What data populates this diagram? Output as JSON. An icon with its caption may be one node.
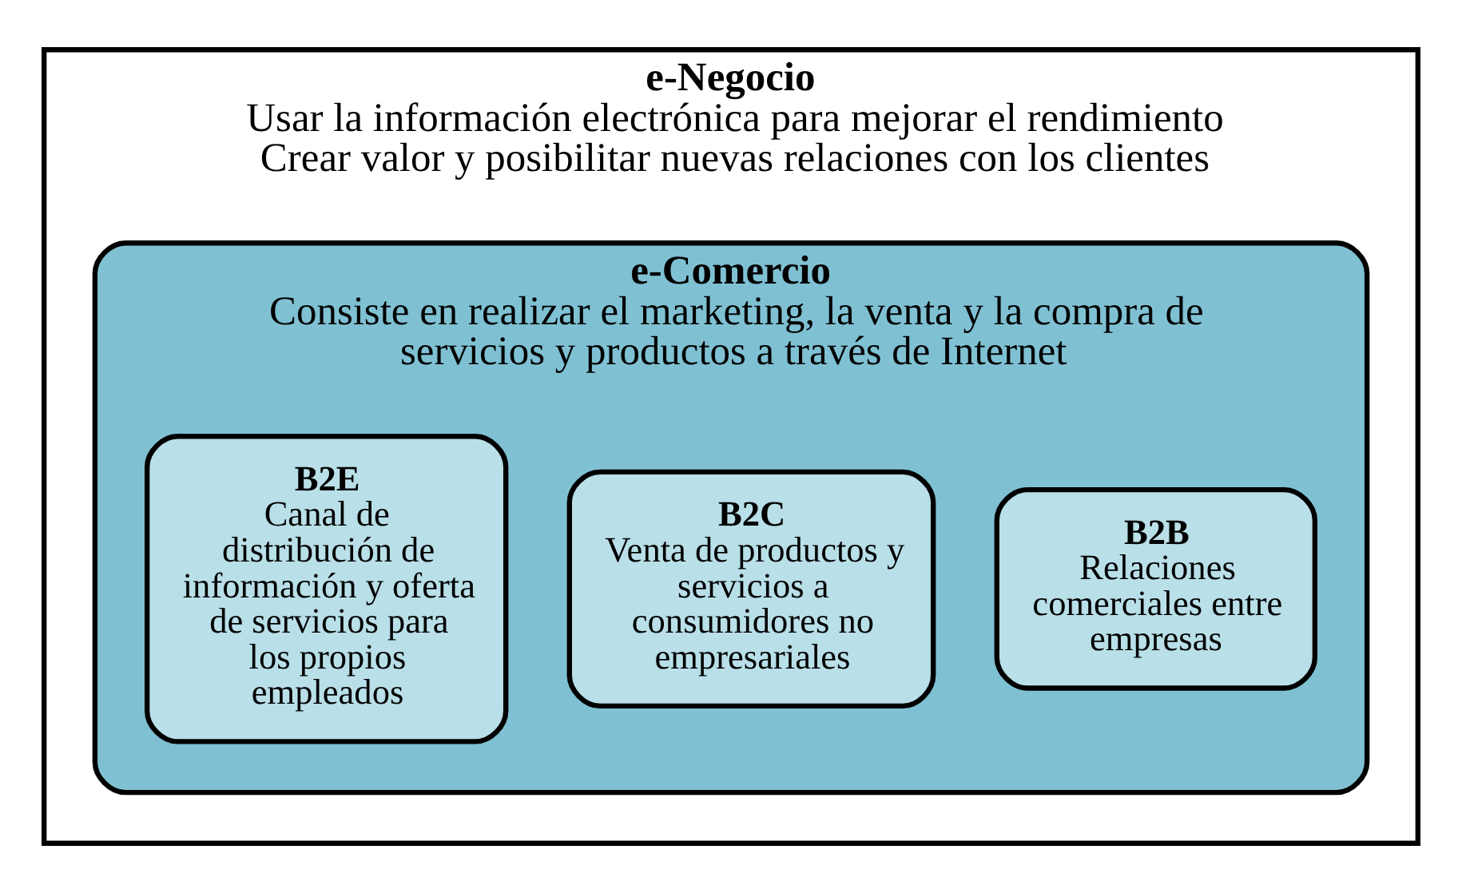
{
  "diagram": {
    "nodes": [
      {
        "text": [
          "e-Negocio",
          "Usar la información electrónica para mejorar el rendimiento",
          "Crear valor y posibilitar nuevas relaciones con los clientes"
        ]
      },
      {
        "text": [
          "e-Comercio",
          "Consiste en realizar el marketing, la venta y la compra de servicios y productos a través de Internet"
        ],
        "in": 0
      },
      {
        "text": [
          "B2B",
          "Relaciones comerciales entre empresas"
        ],
        "in": 1
      },
      {
        "text": [
          "B2C",
          "Venta de productos y servicios a consumidores no empresariales"
        ],
        "in": 1
      },
      {
        "text": [
          "B2E",
          "Canal de distribución de información y oferta de servicios para los propios empleados"
        ],
        "in": 1
      }
    ],
    "edges": []
  }
}
